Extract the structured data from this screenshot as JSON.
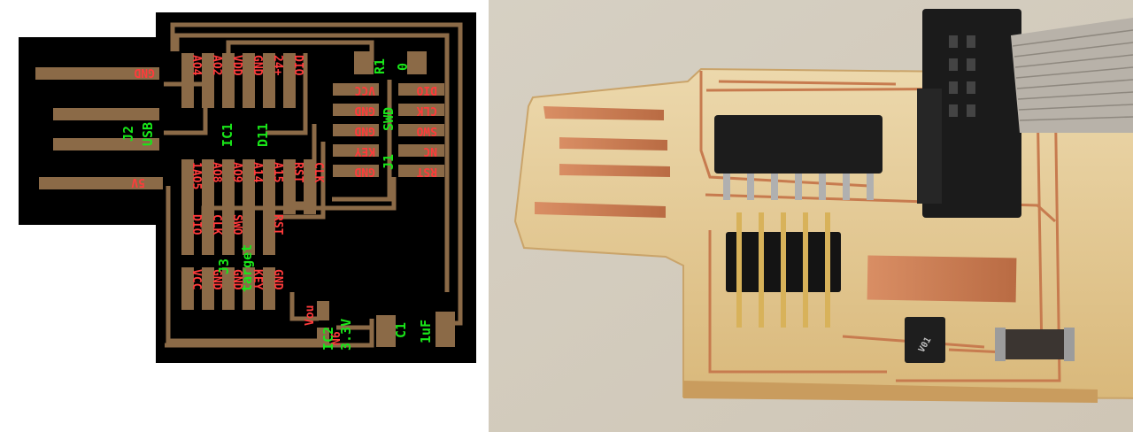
{
  "colors": {
    "board": "#000000",
    "copper": "#8b6a47",
    "refdes": "#19e619",
    "pad_label": "#ff3b3b",
    "photo_bg": "#d9d2c6",
    "photo_board": "#e8cf9c",
    "photo_copper": "#c77b4f"
  },
  "layout": {
    "usb_labels": {
      "gnd": "GND",
      "vcc5": "5V"
    },
    "j2": {
      "ref": "J2",
      "value": "USB"
    },
    "ic1": {
      "ref": "IC1",
      "value": "D11",
      "pins": [
        "AO4",
        "AO2",
        "VDD",
        "GND",
        "24+",
        "DIO",
        "1AO5",
        "AO8",
        "AO9",
        "A14",
        "A15",
        "RST",
        "CLK"
      ]
    },
    "r1": {
      "ref": "R1",
      "value": "0"
    },
    "j1": {
      "ref": "J1",
      "value": "SWD",
      "left_pins": [
        "VCC",
        "GND",
        "GND",
        "KEY",
        "GND"
      ],
      "right_pins": [
        "DIO",
        "CLK",
        "SWO",
        "NC",
        "RST"
      ]
    },
    "j3": {
      "ref": "J3",
      "value": "target",
      "top_pins": [
        "DIO",
        "CLK",
        "SWO",
        "",
        "RST"
      ],
      "bottom_pins": [
        "VCC",
        "GND",
        "GND",
        "KEY",
        "GND"
      ]
    },
    "ic2": {
      "ref": "IC2",
      "value": "3.3V",
      "pins": [
        "Vou",
        "N6"
      ]
    },
    "c1": {
      "ref": "C1",
      "value": "1uF"
    }
  },
  "photo": {
    "chip_mark": "V01"
  }
}
